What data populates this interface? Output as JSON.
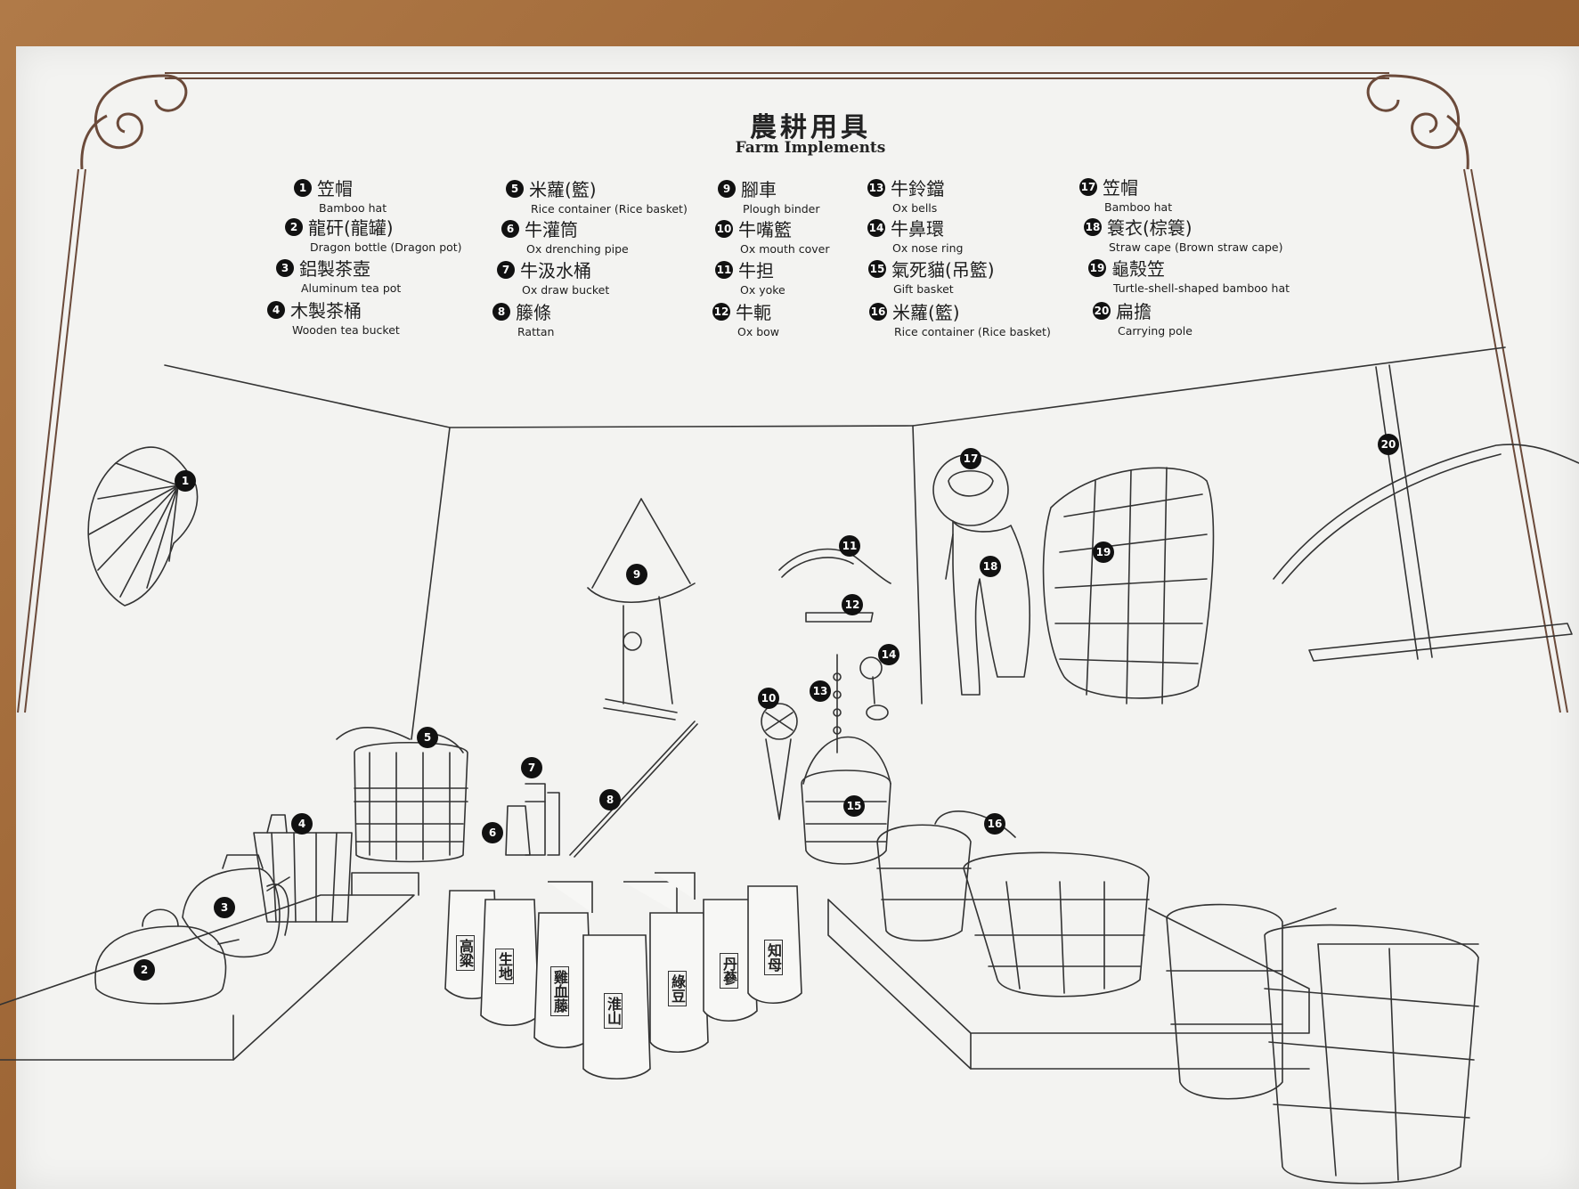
{
  "title": {
    "zh": "農耕用具",
    "en": "Farm Implements"
  },
  "legend": [
    {
      "num": "1",
      "zh": "笠帽",
      "en": "Bamboo hat"
    },
    {
      "num": "2",
      "zh": "龍矸(龍罐)",
      "en": "Dragon bottle (Dragon pot)"
    },
    {
      "num": "3",
      "zh": "鋁製茶壺",
      "en": "Aluminum tea pot"
    },
    {
      "num": "4",
      "zh": "木製茶桶",
      "en": "Wooden tea bucket"
    },
    {
      "num": "5",
      "zh": "米蘿(籃)",
      "en": "Rice container (Rice basket)"
    },
    {
      "num": "6",
      "zh": "牛灌筒",
      "en": "Ox drenching pipe"
    },
    {
      "num": "7",
      "zh": "牛汲水桶",
      "en": "Ox draw bucket"
    },
    {
      "num": "8",
      "zh": "籐條",
      "en": "Rattan"
    },
    {
      "num": "9",
      "zh": "腳車",
      "en": "Plough binder"
    },
    {
      "num": "10",
      "zh": "牛嘴籃",
      "en": "Ox mouth cover"
    },
    {
      "num": "11",
      "zh": "牛担",
      "en": "Ox yoke"
    },
    {
      "num": "12",
      "zh": "牛軛",
      "en": "Ox bow"
    },
    {
      "num": "13",
      "zh": "牛鈴鐺",
      "en": "Ox bells"
    },
    {
      "num": "14",
      "zh": "牛鼻環",
      "en": "Ox nose ring"
    },
    {
      "num": "15",
      "zh": "氣死貓(吊籃)",
      "en": "Gift basket"
    },
    {
      "num": "16",
      "zh": "米蘿(籃)",
      "en": "Rice container (Rice basket)"
    },
    {
      "num": "17",
      "zh": "笠帽",
      "en": "Bamboo hat"
    },
    {
      "num": "18",
      "zh": "簑衣(棕簑)",
      "en": "Straw cape (Brown straw cape)"
    },
    {
      "num": "19",
      "zh": "龜殼笠",
      "en": "Turtle-shell-shaped bamboo hat"
    },
    {
      "num": "20",
      "zh": "扁擔",
      "en": "Carrying pole"
    }
  ],
  "markers": [
    "1",
    "2",
    "3",
    "4",
    "5",
    "6",
    "7",
    "8",
    "9",
    "10",
    "11",
    "12",
    "13",
    "14",
    "15",
    "16",
    "17",
    "18",
    "19",
    "20"
  ],
  "jar_labels": [
    "高粱",
    "生地",
    "雞血藤",
    "淮山",
    "綠豆",
    "丹蔘",
    "知母"
  ],
  "colors": {
    "line": "#333333",
    "paper": "#f3f3f1",
    "frame": "#6b4a3a",
    "wood": "#9a6232"
  }
}
